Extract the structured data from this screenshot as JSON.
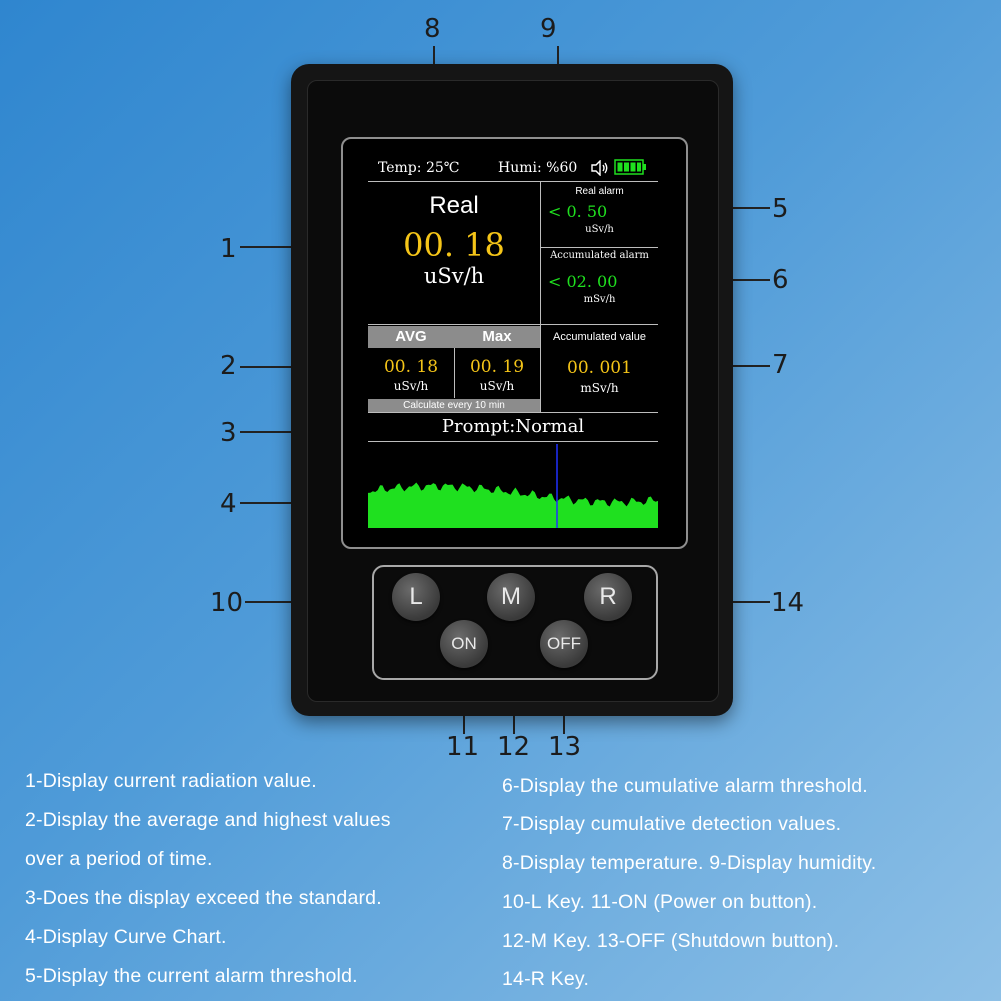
{
  "callouts": {
    "n1": "1",
    "n2": "2",
    "n3": "3",
    "n4": "4",
    "n5": "5",
    "n6": "6",
    "n7": "7",
    "n8": "8",
    "n9": "9",
    "n10": "10",
    "n11": "11",
    "n12": "12",
    "n13": "13",
    "n14": "14"
  },
  "screen": {
    "temp": "Temp: 25℃",
    "humi": "Humi: %60",
    "real_title": "Real",
    "real_value": "00. 18",
    "real_unit": "uSv/h",
    "real_alarm_label": "Real alarm",
    "real_alarm_value": "< 0. 50",
    "real_alarm_unit": "uSv/h",
    "acc_alarm_label": "Accumulated alarm",
    "acc_alarm_value": "< 02. 00",
    "acc_alarm_unit": "mSv/h",
    "avg_label": "AVG",
    "max_label": "Max",
    "avg_value": "00. 18",
    "avg_unit": "uSv/h",
    "max_value": "00. 19",
    "max_unit": "uSv/h",
    "calc_note": "Calculate every 10 min",
    "acc_value_label": "Accumulated value",
    "acc_value": "00. 001",
    "acc_value_unit": "mSv/h",
    "prompt": "Prompt:Normal",
    "speaker_icon": "speaker-icon",
    "battery_icon": "battery-icon",
    "curve_color": "#1fe01f"
  },
  "buttons": {
    "l": "L",
    "m": "M",
    "r": "R",
    "on": "ON",
    "off": "OFF"
  },
  "captions": {
    "left": [
      "1-Display current radiation value.",
      "2-Display the average and highest values",
      "over a period of time.",
      "3-Does the display exceed the standard.",
      "4-Display Curve Chart.",
      "5-Display the current alarm threshold."
    ],
    "right": [
      "6-Display the cumulative alarm threshold.",
      "7-Display cumulative detection values.",
      "8-Display temperature.  9-Display humidity.",
      "10-L Key.  11-ON (Power on button).",
      "12-M Key.   13-OFF (Shutdown button).",
      "14-R Key."
    ]
  },
  "colors": {
    "background_top": "#2f86cf",
    "accent_yellow": "#f5c518",
    "accent_green": "#1fe01f"
  }
}
